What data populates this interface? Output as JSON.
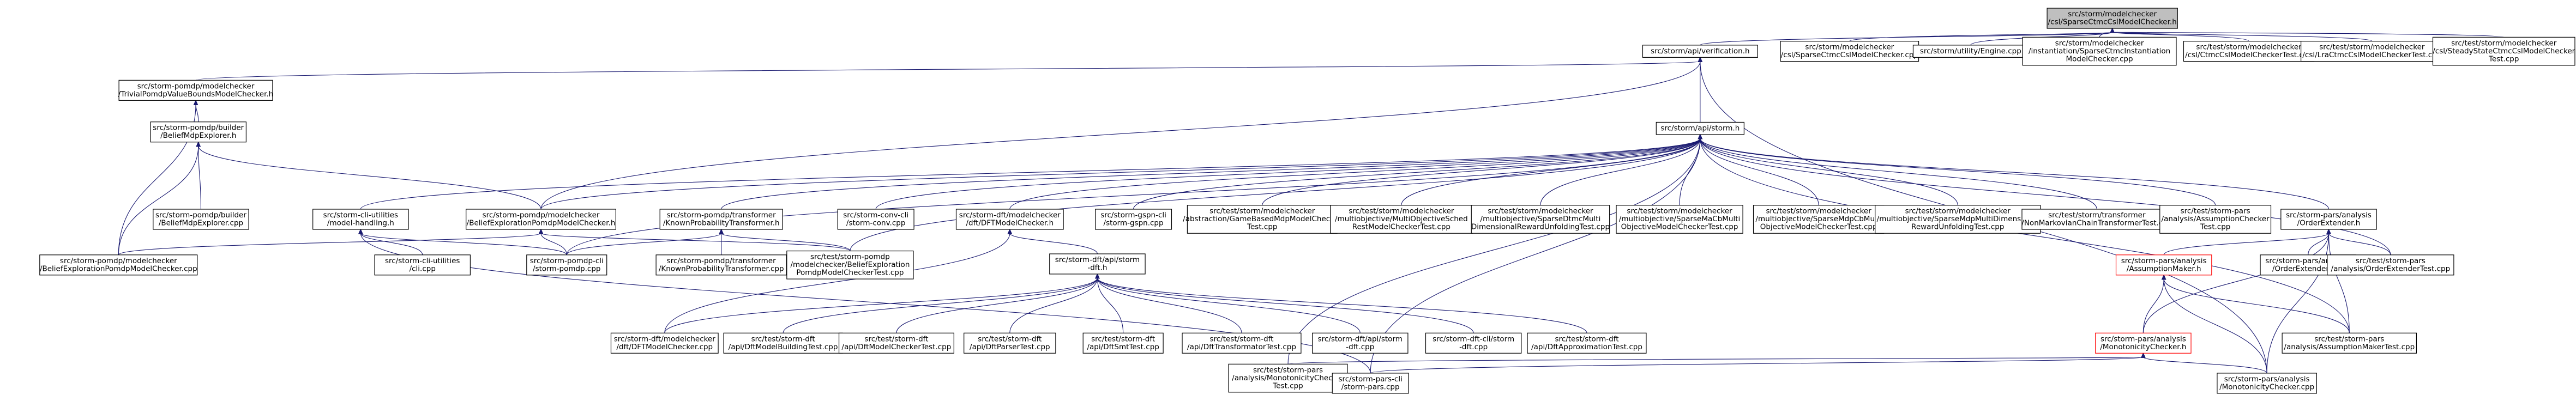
{
  "graph": {
    "nodes": [
      {
        "id": "root",
        "style": "root",
        "lines": [
          "src/storm/modelchecker",
          "/csl/SparseCtmcCslModelChecker.h"
        ]
      },
      {
        "id": "verif",
        "lines": [
          "src/storm/api/verification.h"
        ]
      },
      {
        "id": "cslSparseCpp",
        "lines": [
          "src/storm/modelchecker",
          "/csl/SparseCtmcCslModelChecker.cpp"
        ]
      },
      {
        "id": "engine",
        "lines": [
          "src/storm/utility/Engine.cpp"
        ]
      },
      {
        "id": "instCtmc",
        "lines": [
          "src/storm/modelchecker",
          "/instantiation/SparseCtmcInstantiation",
          "ModelChecker.cpp"
        ]
      },
      {
        "id": "cslTest",
        "lines": [
          "src/test/storm/modelchecker",
          "/csl/CtmcCslModelCheckerTest.cpp"
        ]
      },
      {
        "id": "lraTest",
        "lines": [
          "src/test/storm/modelchecker",
          "/csl/LraCtmcCslModelCheckerTest.cpp"
        ]
      },
      {
        "id": "steadyTest",
        "lines": [
          "src/test/storm/modelchecker",
          "/csl/SteadyStateCtmcCslModelChecker",
          "Test.cpp"
        ]
      },
      {
        "id": "trivial",
        "lines": [
          "src/storm-pomdp/modelchecker",
          "/TrivialPomdpValueBoundsModelChecker.h"
        ]
      },
      {
        "id": "stormh",
        "lines": [
          "src/storm/api/storm.h"
        ]
      },
      {
        "id": "builder",
        "lines": [
          "src/storm-pomdp/builder",
          "/BeliefMdpExplorer.h"
        ]
      },
      {
        "id": "builderCpp",
        "lines": [
          "src/storm-pomdp/builder",
          "/BeliefMdpExplorer.cpp"
        ]
      },
      {
        "id": "cliUtil",
        "lines": [
          "src/storm-cli-utilities",
          "/model-handling.h"
        ]
      },
      {
        "id": "beliefH",
        "lines": [
          "src/storm-pomdp/modelchecker",
          "/BeliefExplorationPomdpModelChecker.h"
        ]
      },
      {
        "id": "knownH",
        "lines": [
          "src/storm-pomdp/transformer",
          "/KnownProbabilityTransformer.h"
        ]
      },
      {
        "id": "convCli",
        "lines": [
          "src/storm-conv-cli",
          "/storm-conv.cpp"
        ]
      },
      {
        "id": "dftMC",
        "lines": [
          "src/storm-dft/modelchecker",
          "/dft/DFTModelChecker.h"
        ]
      },
      {
        "id": "gspn",
        "lines": [
          "src/storm-gspn-cli",
          "/storm-gspn.cpp"
        ]
      },
      {
        "id": "abstrTest",
        "lines": [
          "src/test/storm/modelchecker",
          "/abstraction/GameBasedMdpModelChecker",
          "Test.cpp"
        ]
      },
      {
        "id": "multiCheck",
        "lines": [
          "src/test/storm/modelchecker",
          "/multiobjective/MultiObjectiveSched",
          "RestModelCheckerTest.cpp"
        ]
      },
      {
        "id": "multiDim",
        "lines": [
          "src/test/storm/modelchecker",
          "/multiobjective/SparseDtmcMulti",
          "DimensionalRewardUnfoldingTest.cpp"
        ]
      },
      {
        "id": "multiMa",
        "lines": [
          "src/test/storm/modelchecker",
          "/multiobjective/SparseMaCbMulti",
          "ObjectiveModelCheckerTest.cpp"
        ]
      },
      {
        "id": "multiMdp",
        "lines": [
          "src/test/storm/modelchecker",
          "/multiobjective/SparseMdpCbMulti",
          "ObjectiveModelCheckerTest.cpp"
        ]
      },
      {
        "id": "multiMdpDim",
        "lines": [
          "src/test/storm/modelchecker",
          "/multiobjective/SparseMdpMultiDimensional",
          "RewardUnfoldingTest.cpp"
        ]
      },
      {
        "id": "nonMarkov",
        "lines": [
          "src/test/storm/transformer",
          "/NonMarkovianChainTransformerTest.cpp"
        ]
      },
      {
        "id": "assumChecker",
        "lines": [
          "src/test/storm-pars",
          "/analysis/AssumptionChecker",
          "Test.cpp"
        ]
      },
      {
        "id": "orderExt",
        "lines": [
          "src/storm-pars/analysis",
          "/OrderExtender.h"
        ]
      },
      {
        "id": "beliefCpp",
        "lines": [
          "src/storm-pomdp/modelchecker",
          "/BeliefExplorationPomdpModelChecker.cpp"
        ]
      },
      {
        "id": "cliCpp",
        "lines": [
          "src/storm-cli-utilities",
          "/cli.cpp"
        ]
      },
      {
        "id": "pomdpCli",
        "lines": [
          "src/storm-pomdp-cli",
          "/storm-pomdp.cpp"
        ]
      },
      {
        "id": "knownCpp",
        "lines": [
          "src/storm-pomdp/transformer",
          "/KnownProbabilityTransformer.cpp"
        ]
      },
      {
        "id": "beliefTest",
        "lines": [
          "src/test/storm-pomdp",
          "/modelchecker/BeliefExploration",
          "PomdpModelCheckerTest.cpp"
        ]
      },
      {
        "id": "dftStorm",
        "lines": [
          "src/storm-dft/api/storm",
          "-dft.h"
        ]
      },
      {
        "id": "assumMaker",
        "style": "red",
        "lines": [
          "src/storm-pars/analysis",
          "/AssumptionMaker.h"
        ]
      },
      {
        "id": "orderExtCpp",
        "lines": [
          "src/storm-pars/analysis",
          "/OrderExtender.cpp"
        ]
      },
      {
        "id": "orderExtTest",
        "lines": [
          "src/test/storm-pars",
          "/analysis/OrderExtenderTest.cpp"
        ]
      },
      {
        "id": "dftMCcpp",
        "lines": [
          "src/storm-dft/modelchecker",
          "/dft/DFTModelChecker.cpp"
        ]
      },
      {
        "id": "dftBuild",
        "lines": [
          "src/test/storm-dft",
          "/api/DftModelBuildingTest.cpp"
        ]
      },
      {
        "id": "dftMCtest",
        "lines": [
          "src/test/storm-dft",
          "/api/DftModelCheckerTest.cpp"
        ]
      },
      {
        "id": "dftParser",
        "lines": [
          "src/test/storm-dft",
          "/api/DftParserTest.cpp"
        ]
      },
      {
        "id": "dftSmt",
        "lines": [
          "src/test/storm-dft",
          "/api/DftSmtTest.cpp"
        ]
      },
      {
        "id": "dftTrans",
        "lines": [
          "src/test/storm-dft",
          "/api/DftTransformatorTest.cpp"
        ]
      },
      {
        "id": "dftApiCpp",
        "lines": [
          "src/storm-dft/api/storm",
          "-dft.cpp"
        ]
      },
      {
        "id": "dftCli",
        "lines": [
          "src/storm-dft-cli/storm",
          "-dft.cpp"
        ]
      },
      {
        "id": "dftApprox",
        "lines": [
          "src/test/storm-dft",
          "/api/DftApproximationTest.cpp"
        ]
      },
      {
        "id": "monoH",
        "style": "red",
        "lines": [
          "src/storm-pars/analysis",
          "/MonotonicityChecker.h"
        ]
      },
      {
        "id": "assumMakerTest",
        "lines": [
          "src/test/storm-pars",
          "/analysis/AssumptionMakerTest.cpp"
        ]
      },
      {
        "id": "monoTest",
        "lines": [
          "src/test/storm-pars",
          "/analysis/MonotonicityChecker",
          "Test.cpp"
        ]
      },
      {
        "id": "parsCli",
        "lines": [
          "src/storm-pars-cli",
          "/storm-pars.cpp"
        ]
      },
      {
        "id": "monoCpp",
        "lines": [
          "src/storm-pars/analysis",
          "/MonotonicityChecker.cpp"
        ]
      }
    ],
    "edges": [
      [
        "verif",
        "root"
      ],
      [
        "cslSparseCpp",
        "root"
      ],
      [
        "engine",
        "root"
      ],
      [
        "instCtmc",
        "root"
      ],
      [
        "cslTest",
        "root"
      ],
      [
        "lraTest",
        "root"
      ],
      [
        "steadyTest",
        "root"
      ],
      [
        "trivial",
        "verif"
      ],
      [
        "stormh",
        "verif"
      ],
      [
        "beliefH",
        "verif"
      ],
      [
        "monoCpp",
        "verif"
      ],
      [
        "builder",
        "trivial"
      ],
      [
        "beliefCpp",
        "trivial"
      ],
      [
        "beliefH",
        "builder"
      ],
      [
        "builderCpp",
        "builder"
      ],
      [
        "beliefCpp",
        "builder"
      ],
      [
        "cliUtil",
        "stormh"
      ],
      [
        "beliefH",
        "stormh"
      ],
      [
        "knownH",
        "stormh"
      ],
      [
        "convCli",
        "stormh"
      ],
      [
        "dftMC",
        "stormh"
      ],
      [
        "gspn",
        "stormh"
      ],
      [
        "abstrTest",
        "stormh"
      ],
      [
        "multiCheck",
        "stormh"
      ],
      [
        "multiDim",
        "stormh"
      ],
      [
        "multiMa",
        "stormh"
      ],
      [
        "multiMdp",
        "stormh"
      ],
      [
        "multiMdpDim",
        "stormh"
      ],
      [
        "nonMarkov",
        "stormh"
      ],
      [
        "assumChecker",
        "stormh"
      ],
      [
        "orderExt",
        "stormh"
      ],
      [
        "pomdpCli",
        "stormh"
      ],
      [
        "beliefTest",
        "stormh"
      ],
      [
        "monoTest",
        "stormh"
      ],
      [
        "parsCli",
        "stormh"
      ],
      [
        "orderExtTest",
        "stormh"
      ],
      [
        "assumMakerTest",
        "stormh"
      ],
      [
        "cliCpp",
        "cliUtil"
      ],
      [
        "pomdpCli",
        "cliUtil"
      ],
      [
        "parsCli",
        "cliUtil"
      ],
      [
        "beliefCpp",
        "beliefH"
      ],
      [
        "pomdpCli",
        "beliefH"
      ],
      [
        "beliefTest",
        "beliefH"
      ],
      [
        "pomdpCli",
        "knownH"
      ],
      [
        "knownCpp",
        "knownH"
      ],
      [
        "beliefTest",
        "knownH"
      ],
      [
        "dftStorm",
        "dftMC"
      ],
      [
        "dftMCcpp",
        "dftMC"
      ],
      [
        "dftMCcpp",
        "dftStorm"
      ],
      [
        "dftBuild",
        "dftStorm"
      ],
      [
        "dftMCtest",
        "dftStorm"
      ],
      [
        "dftParser",
        "dftStorm"
      ],
      [
        "dftSmt",
        "dftStorm"
      ],
      [
        "dftTrans",
        "dftStorm"
      ],
      [
        "dftApiCpp",
        "dftStorm"
      ],
      [
        "dftCli",
        "dftStorm"
      ],
      [
        "dftApprox",
        "dftStorm"
      ],
      [
        "assumMaker",
        "orderExt"
      ],
      [
        "orderExtCpp",
        "orderExt"
      ],
      [
        "orderExtTest",
        "orderExt"
      ],
      [
        "monoH",
        "orderExt"
      ],
      [
        "assumMakerTest",
        "orderExt"
      ],
      [
        "monoCpp",
        "orderExt"
      ],
      [
        "monoH",
        "assumMaker"
      ],
      [
        "assumMakerTest",
        "assumMaker"
      ],
      [
        "monoCpp",
        "assumMaker"
      ],
      [
        "monoTest",
        "monoH"
      ],
      [
        "parsCli",
        "monoH"
      ],
      [
        "monoCpp",
        "monoH"
      ]
    ]
  }
}
